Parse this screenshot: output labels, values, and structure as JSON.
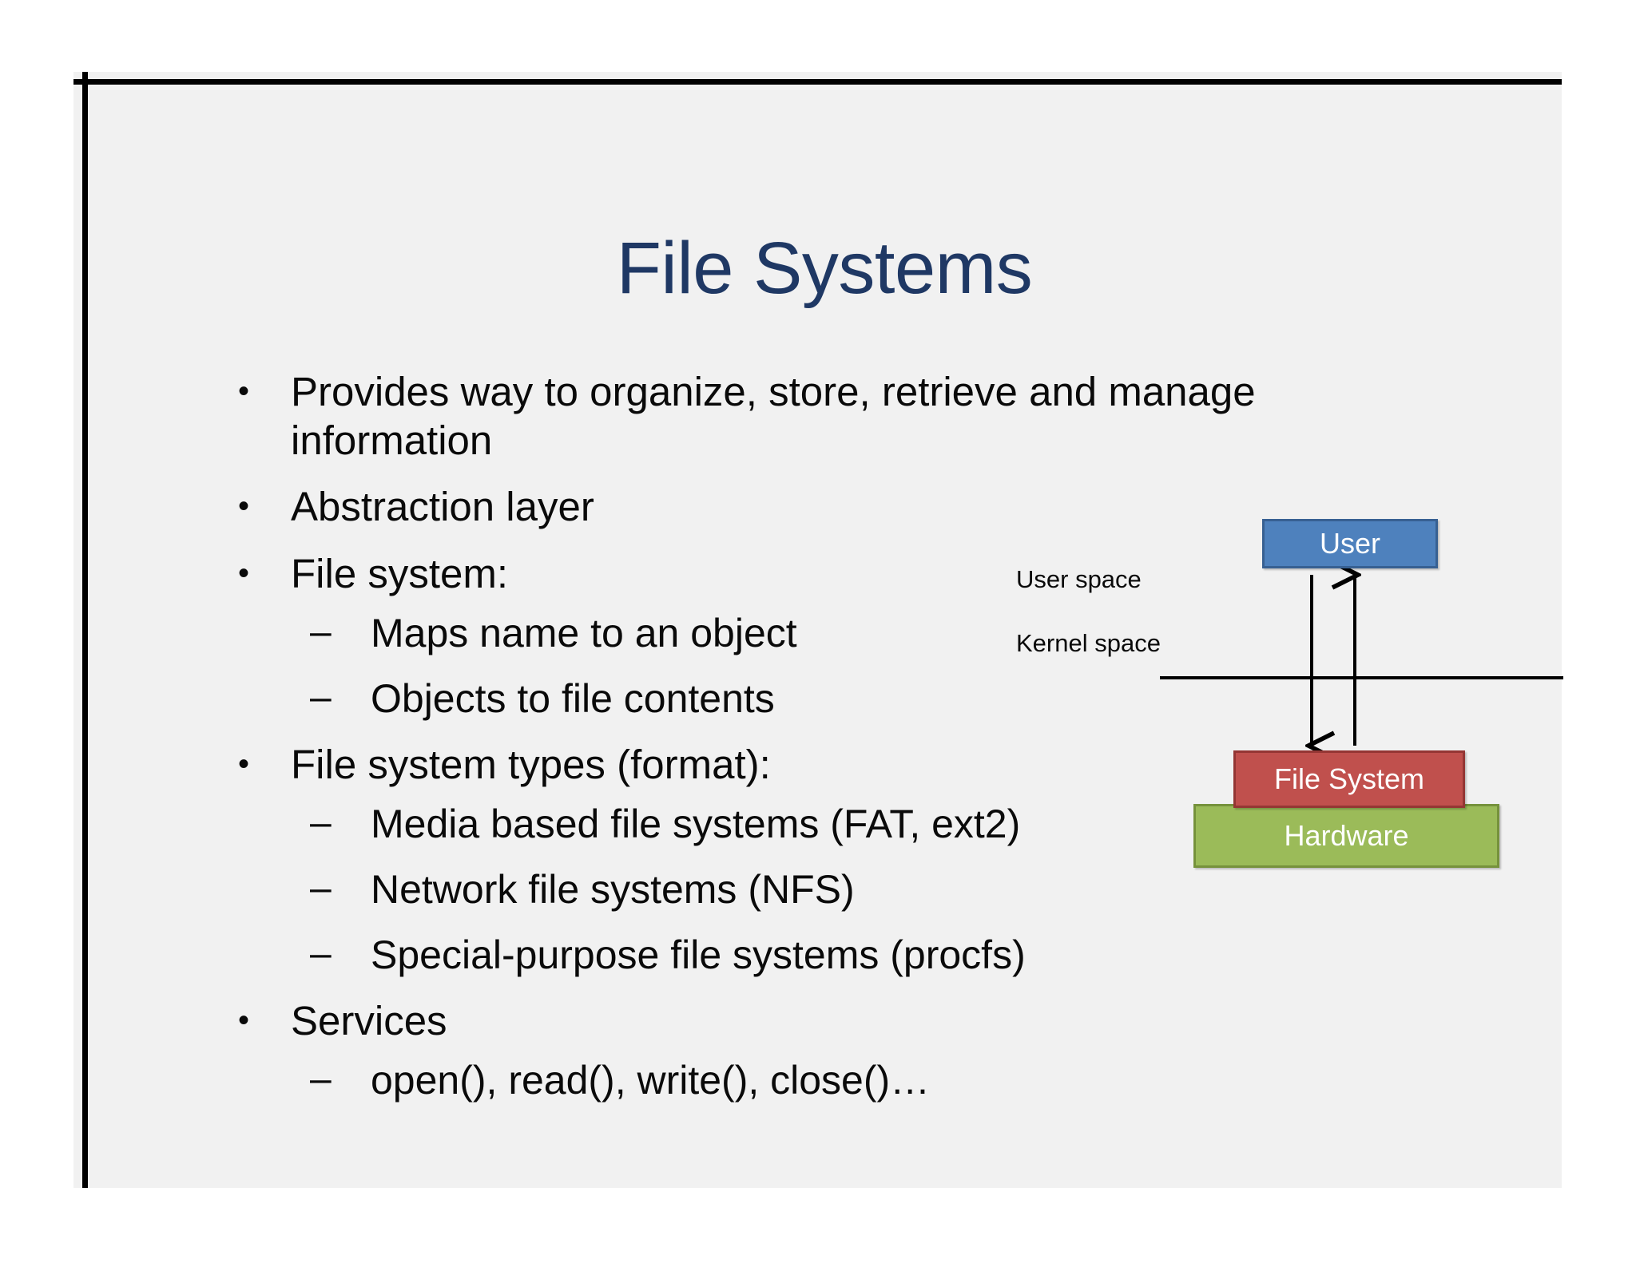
{
  "slide": {
    "title": "File Systems",
    "bullets": [
      {
        "level": 1,
        "marker": "•",
        "text": "Provides way to organize, store, retrieve and manage information"
      },
      {
        "level": 1,
        "marker": "•",
        "text": "Abstraction layer"
      },
      {
        "level": 1,
        "marker": "•",
        "text": "File system:"
      },
      {
        "level": 2,
        "marker": "–",
        "text": "Maps name to an object"
      },
      {
        "level": 2,
        "marker": "–",
        "text": "Objects to file contents"
      },
      {
        "level": 1,
        "marker": "•",
        "text": "File system types (format):"
      },
      {
        "level": 2,
        "marker": "–",
        "text": "Media based file systems (FAT, ext2)"
      },
      {
        "level": 2,
        "marker": "–",
        "text": "Network file systems (NFS)"
      },
      {
        "level": 2,
        "marker": "–",
        "text": "Special-purpose file systems (procfs)"
      },
      {
        "level": 1,
        "marker": "•",
        "text": "Services"
      },
      {
        "level": 2,
        "marker": "–",
        "text": "open(), read(), write(), close()…"
      }
    ]
  },
  "diagram": {
    "boxes": [
      {
        "id": "user",
        "label": "User",
        "fill": "#4E81BD",
        "stroke": "#376092"
      },
      {
        "id": "file-system",
        "label": "File System",
        "fill": "#C0504D",
        "stroke": "#943634"
      },
      {
        "id": "hardware",
        "label": "Hardware",
        "fill": "#9BBB59",
        "stroke": "#76923C"
      }
    ],
    "labels": {
      "user_space": "User space",
      "kernel_space": "Kernel space"
    },
    "arrows": [
      {
        "id": "user-to-filesystem",
        "direction": "down"
      },
      {
        "id": "filesystem-to-user",
        "direction": "up"
      }
    ]
  },
  "colors": {
    "slide_background": "#F1F1F1",
    "title_text": "#1F3864",
    "body_text": "#0A0A0A",
    "rule": "#000000"
  }
}
